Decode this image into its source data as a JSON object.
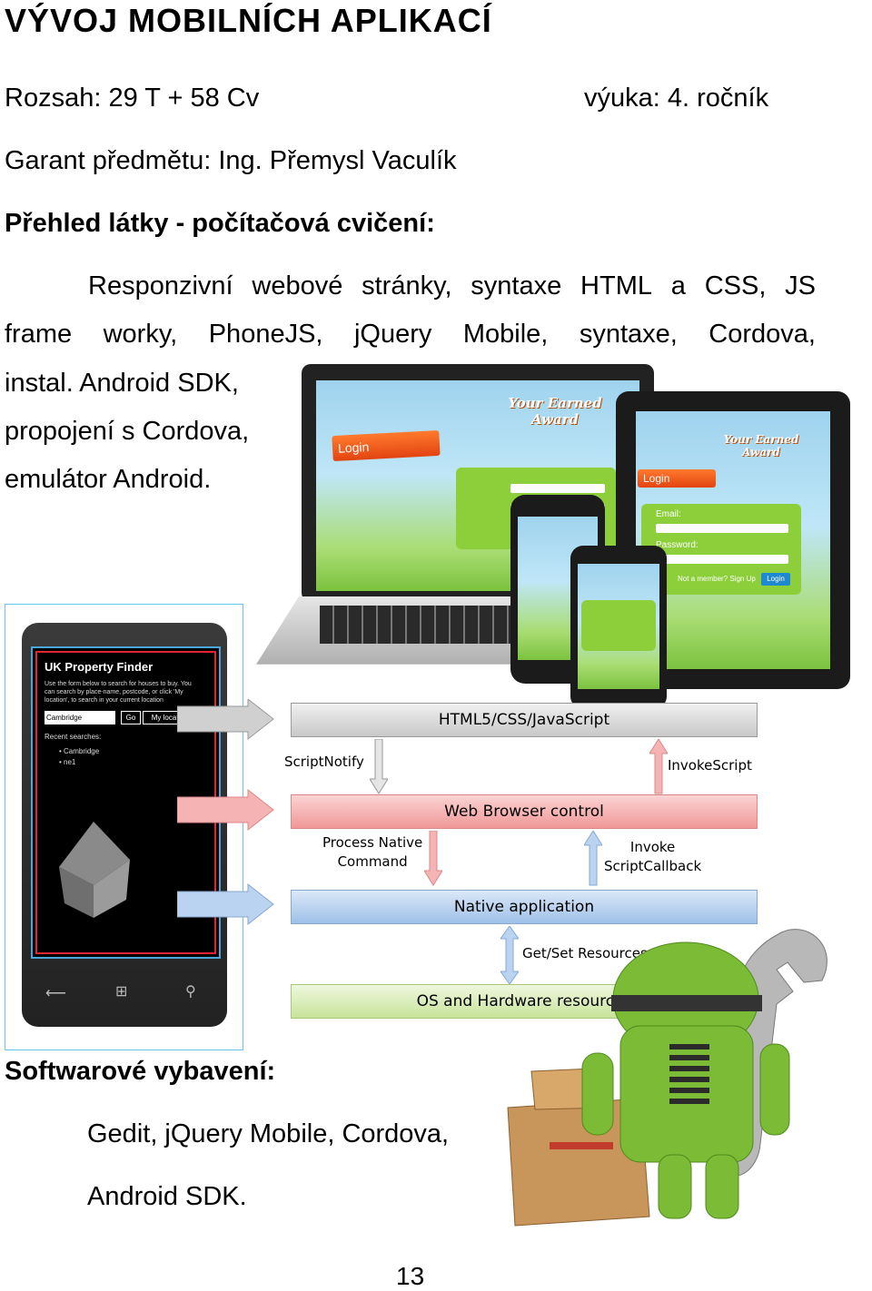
{
  "header": {
    "title": "VÝVOJ MOBILNÍCH APLIKACÍ"
  },
  "info": {
    "scope": "Rozsah: 29 T + 58 Cv",
    "year": "výuka: 4. ročník",
    "guarantor": "Garant předmětu: Ing. Přemysl Vaculík"
  },
  "overview": {
    "heading": "Přehled látky - počítačová cvičení:",
    "line1_words": [
      "Responzivní",
      "webové",
      "stránky,",
      "syntaxe",
      "HTML",
      "a",
      "CSS,",
      "JS"
    ],
    "line2_words": [
      "frame",
      "worky,",
      "PhoneJS,",
      "jQuery",
      "Mobile,",
      "syntaxe,",
      "Cordova,"
    ],
    "line3": "instal. Android SDK,",
    "line4": "propojení s Cordova,",
    "line5": "emulátor Android."
  },
  "devices_image": {
    "laptop_login": "Login",
    "tablet_login": "Login",
    "logo": "Your Earned Award",
    "email_label": "Email:",
    "password_label": "Password:",
    "signup_text": "Not a member? Sign Up",
    "login_button": "Login"
  },
  "phone_image": {
    "app_title": "UK Property Finder",
    "description": "Use the form below to search for houses to buy. You can search by place-name, postcode, or click 'My location', to search in your current location",
    "search_value": "Cambridge",
    "go_button": "Go",
    "location_button": "My location",
    "recent_label": "Recent searches:",
    "recent_items": [
      "Cambridge",
      "ne1"
    ]
  },
  "diagram": {
    "layer_html": "HTML5/CSS/JavaScript",
    "label_script_notify": "ScriptNotify",
    "label_invoke_script": "InvokeScript",
    "layer_browser": "Web Browser control",
    "label_process_native": "Process Native\nCommand",
    "label_invoke_callback": "Invoke\nScriptCallback",
    "layer_native": "Native application",
    "label_get_set": "Get/Set Resources",
    "layer_os": "OS and Hardware resources"
  },
  "software": {
    "heading": "Softwarové vybavení:",
    "line1": "Gedit, jQuery Mobile, Cordova,",
    "line2": "Android SDK."
  },
  "footer": {
    "page_number": "13"
  },
  "colors": {
    "layer_html": "#d9d9d9",
    "layer_browser": "#f6b3b3",
    "layer_native": "#b9d3f0",
    "layer_os": "#d6ecb0",
    "android_green": "#7cbb35"
  }
}
